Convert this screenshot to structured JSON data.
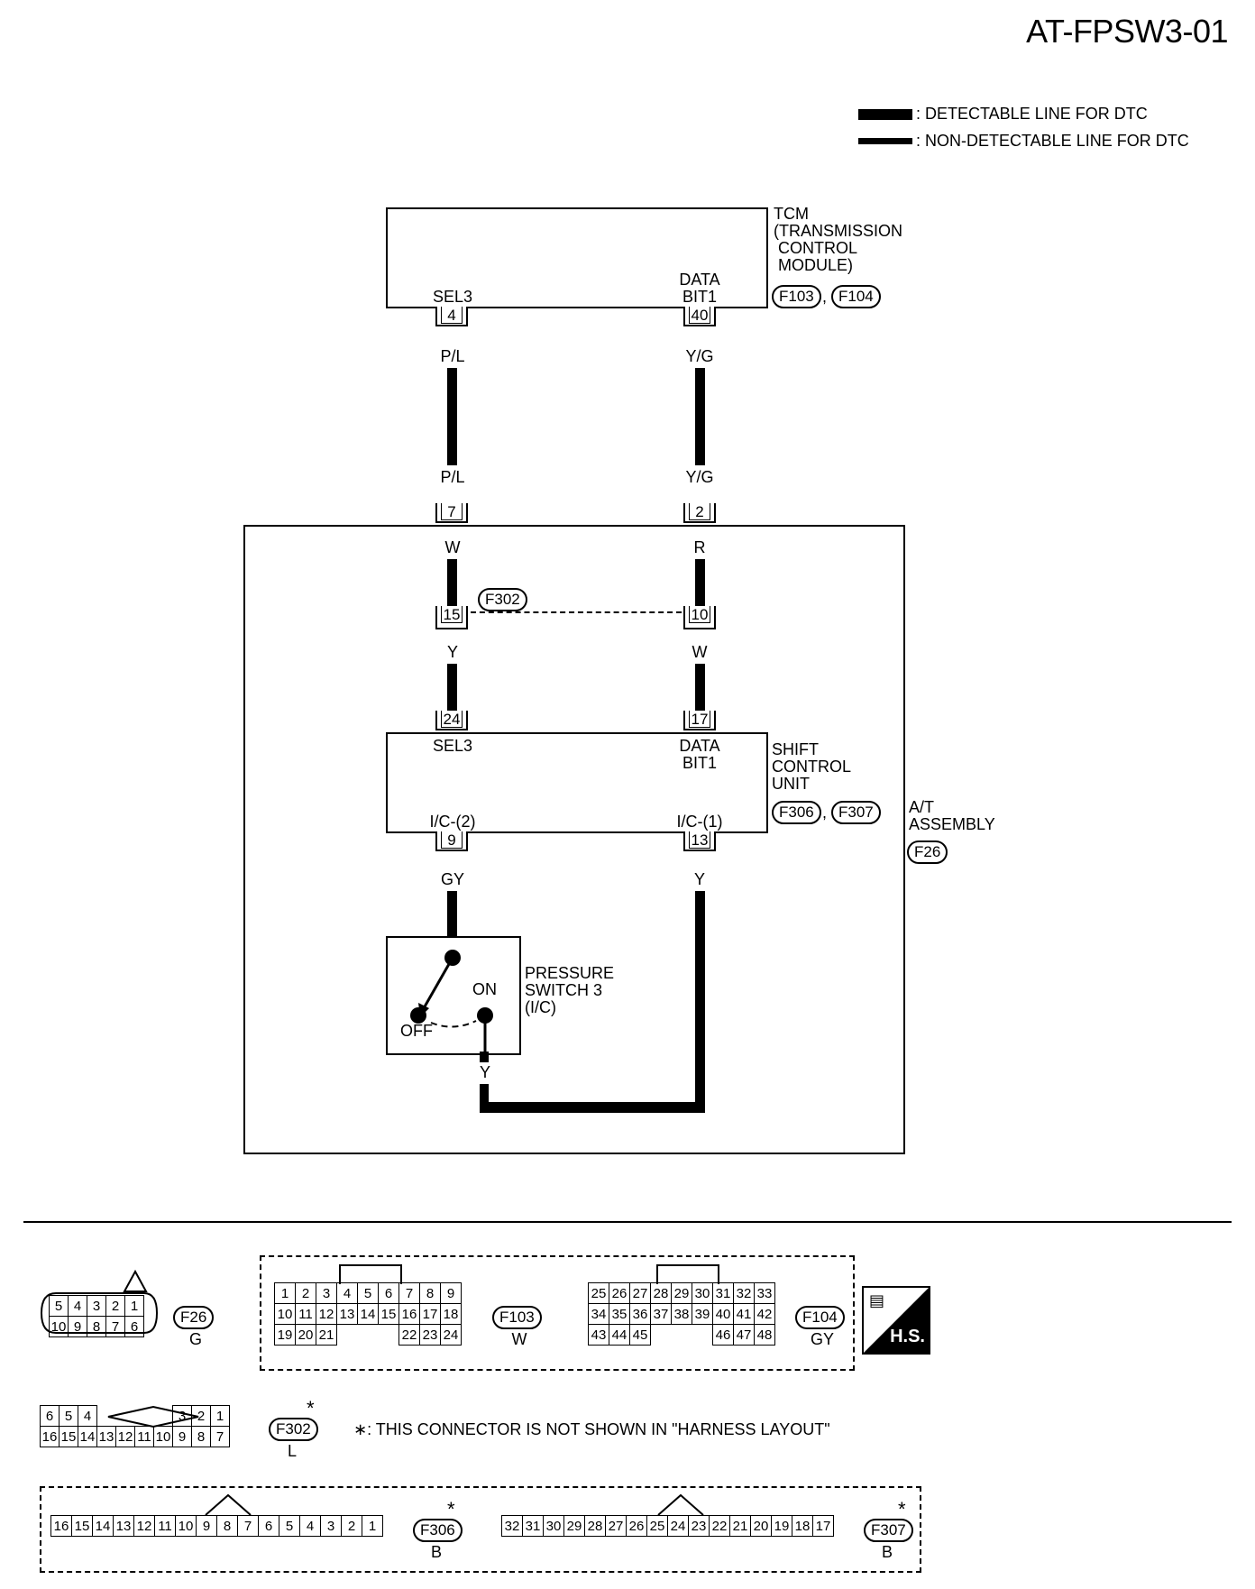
{
  "doc_id": "AT-FPSW3-01",
  "legend": {
    "detectable": ": DETECTABLE LINE FOR DTC",
    "non_detectable": ": NON-DETECTABLE LINE FOR DTC"
  },
  "tcm": {
    "name_lines": "TCM\n(TRANSMISSION\n CONTROL\n MODULE)",
    "conn1": "F103",
    "conn2": "F104",
    "sep": ",",
    "pin_left_label": "SEL3",
    "pin_right_label": "DATA\nBIT1",
    "pin_left": "4",
    "pin_right": "40"
  },
  "wires": {
    "left_top": "P/L",
    "left_mid": "P/L",
    "right_top": "Y/G",
    "right_mid": "Y/G",
    "left_inner": "W",
    "right_inner": "R",
    "left_lower": "Y",
    "right_lower": "W",
    "gy": "GY",
    "y_right": "Y",
    "y_switch": "Y"
  },
  "joint": {
    "pin_left": "7",
    "pin_right": "2"
  },
  "f302": {
    "label": "F302",
    "pin_left": "15",
    "pin_right": "10"
  },
  "scu": {
    "name_lines": "SHIFT\nCONTROL\nUNIT",
    "conn1": "F306",
    "conn2": "F307",
    "sep": ",",
    "top_left_pin": "24",
    "top_right_pin": "17",
    "top_left_label": "SEL3",
    "top_right_label": "DATA\nBIT1",
    "bot_left_label": "I/C-(2)",
    "bot_right_label": "I/C-(1)",
    "bot_left_pin": "9",
    "bot_right_pin": "13"
  },
  "at_assembly": {
    "name_lines": "A/T\nASSEMBLY",
    "conn": "F26"
  },
  "pressure_switch": {
    "name_lines": "PRESSURE\nSWITCH 3\n(I/C)",
    "on": "ON",
    "off": "OFF"
  },
  "connectors": {
    "f26": {
      "label": "F26",
      "color": "G",
      "row1": [
        "5",
        "4",
        "3",
        "2",
        "1"
      ],
      "row2": [
        "10",
        "9",
        "8",
        "7",
        "6"
      ]
    },
    "f103": {
      "label": "F103",
      "color": "W",
      "row1": [
        "1",
        "2",
        "3",
        "4",
        "5",
        "6",
        "7",
        "8",
        "9"
      ],
      "row2": [
        "10",
        "11",
        "12",
        "13",
        "14",
        "15",
        "16",
        "17",
        "18"
      ],
      "row3": [
        "19",
        "20",
        "21",
        "",
        "",
        "",
        "22",
        "23",
        "24"
      ]
    },
    "f104": {
      "label": "F104",
      "color": "GY",
      "row1": [
        "25",
        "26",
        "27",
        "28",
        "29",
        "30",
        "31",
        "32",
        "33"
      ],
      "row2": [
        "34",
        "35",
        "36",
        "37",
        "38",
        "39",
        "40",
        "41",
        "42"
      ],
      "row3": [
        "43",
        "44",
        "45",
        "",
        "",
        "",
        "46",
        "47",
        "48"
      ]
    },
    "hs_label": "H.S.",
    "f302": {
      "label": "F302",
      "color": "L",
      "star": "*",
      "row1_left": [
        "6",
        "5",
        "4"
      ],
      "row1_right": [
        "3",
        "2",
        "1"
      ],
      "row2": [
        "16",
        "15",
        "14",
        "13",
        "12",
        "11",
        "10",
        "9",
        "8",
        "7"
      ]
    },
    "note": "∗: THIS CONNECTOR IS NOT SHOWN IN \"HARNESS LAYOUT\"",
    "f306": {
      "label": "F306",
      "color": "B",
      "star": "*",
      "row": [
        "16",
        "15",
        "14",
        "13",
        "12",
        "11",
        "10",
        "9",
        "8",
        "7",
        "6",
        "5",
        "4",
        "3",
        "2",
        "1"
      ]
    },
    "f307": {
      "label": "F307",
      "color": "B",
      "star": "*",
      "row": [
        "32",
        "31",
        "30",
        "29",
        "28",
        "27",
        "26",
        "25",
        "24",
        "23",
        "22",
        "21",
        "20",
        "19",
        "18",
        "17"
      ]
    }
  }
}
